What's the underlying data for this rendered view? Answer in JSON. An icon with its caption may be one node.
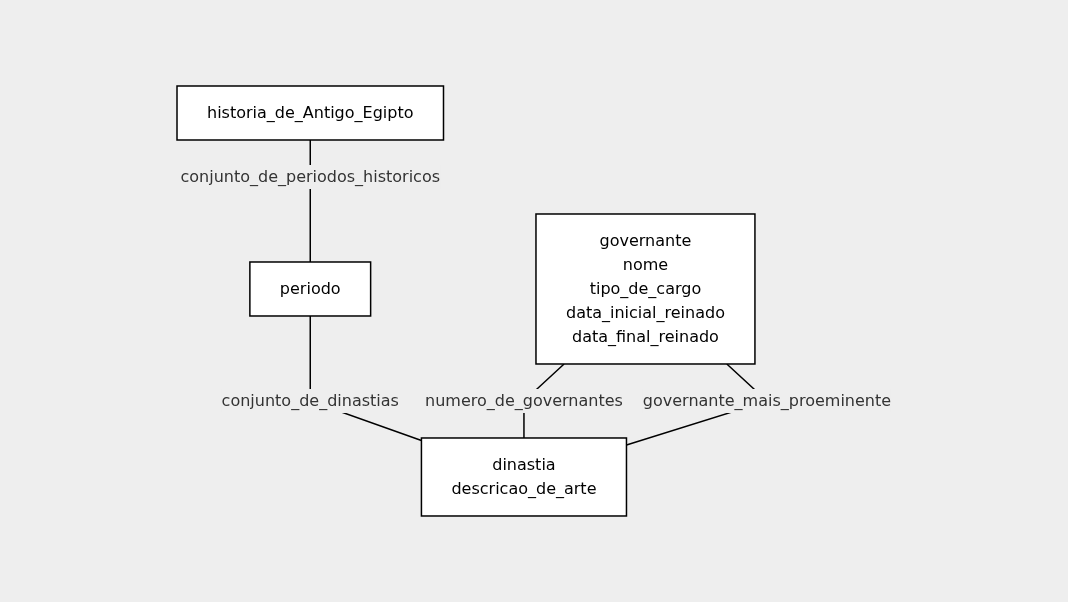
{
  "diagram": {
    "nodes": [
      {
        "text": [
          "historia_de_Antigo_Egipto"
        ]
      },
      {
        "text": [
          "governante",
          "nome",
          "tipo_de_cargo",
          "data_inicial_reinado",
          "data_final_reinado"
        ]
      },
      {
        "text": [
          "periodo"
        ]
      },
      {
        "text": [
          "dinastia",
          "descricao_de_arte"
        ]
      }
    ],
    "edges": [
      {
        "from": 0,
        "to": 2,
        "arrow": "none",
        "label": "conjunto_de_periodos_historicos"
      },
      {
        "from": 2,
        "to": 3,
        "arrow": "none",
        "label": "conjunto_de_dinastias"
      },
      {
        "from": 1,
        "to": 3,
        "arrow": "none",
        "label": "numero_de_governantes"
      },
      {
        "from": 1,
        "to": 3,
        "arrow": "none",
        "label": "governante_mais_proeminente"
      }
    ]
  }
}
